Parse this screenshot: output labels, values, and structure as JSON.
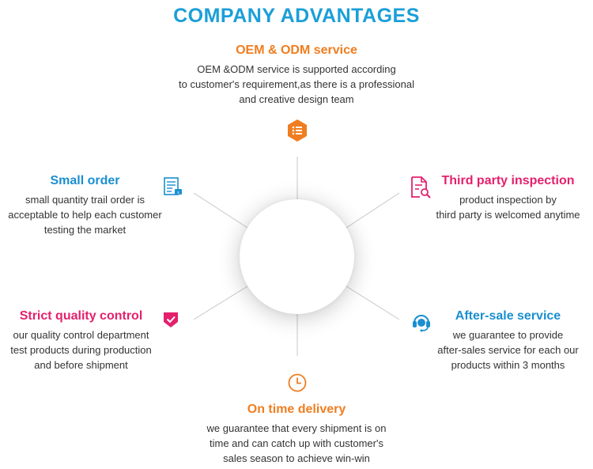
{
  "page": {
    "title": "COMPANY ADVANTAGES"
  },
  "colors": {
    "title": "#1a9fd8",
    "orange": "#f07d1f",
    "blue": "#1a8fd0",
    "pink": "#e4206d",
    "line": "#c8c8c8"
  },
  "advantages": {
    "oem": {
      "icon": "list-icon",
      "heading": "OEM & ODM service",
      "lines": [
        "OEM &ODM service is supported according",
        "to customer's requirement,as there is a professional",
        "and creative design team"
      ]
    },
    "small_order": {
      "icon": "order-document-icon",
      "heading": "Small order",
      "lines": [
        "small quantity trail order is",
        "acceptable to help each customer",
        "testing the market"
      ]
    },
    "third_party": {
      "icon": "inspection-document-icon",
      "heading": "Third party inspection",
      "lines": [
        "product inspection by",
        "third party is welcomed anytime"
      ]
    },
    "quality": {
      "icon": "shield-check-icon",
      "heading": "Strict quality control",
      "lines": [
        "our quality control department",
        "test products during production",
        "and before shipment"
      ]
    },
    "after_sale": {
      "icon": "headset-icon",
      "heading": "After-sale service",
      "lines": [
        "we guarantee to provide",
        "after-sales service for each our",
        "products within 3 months"
      ]
    },
    "delivery": {
      "icon": "clock-icon",
      "heading": "On time delivery",
      "lines": [
        "we guarantee that every shipment is on",
        "time and can catch up with customer's",
        "sales season to achieve win-win"
      ]
    }
  }
}
